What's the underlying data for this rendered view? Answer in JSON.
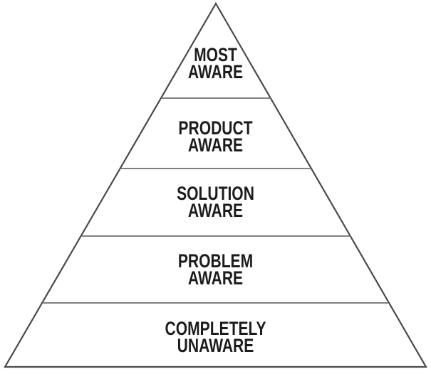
{
  "pyramid": {
    "type": "awareness-pyramid",
    "levels": [
      {
        "id": "most-aware",
        "line1": "MOST",
        "line2": "AWARE"
      },
      {
        "id": "product-aware",
        "line1": "PRODUCT",
        "line2": "AWARE"
      },
      {
        "id": "solution-aware",
        "line1": "SOLUTION",
        "line2": "AWARE"
      },
      {
        "id": "problem-aware",
        "line1": "PROBLEM",
        "line2": "AWARE"
      },
      {
        "id": "completely-unaware",
        "line1": "COMPLETELY",
        "line2": "UNAWARE"
      }
    ],
    "colors": {
      "background": "#ffffff",
      "shape_fill": "#ffffff",
      "outline": "#4a4a4a",
      "divider": "#6e6e6e",
      "text": "#1c1c1c"
    }
  }
}
